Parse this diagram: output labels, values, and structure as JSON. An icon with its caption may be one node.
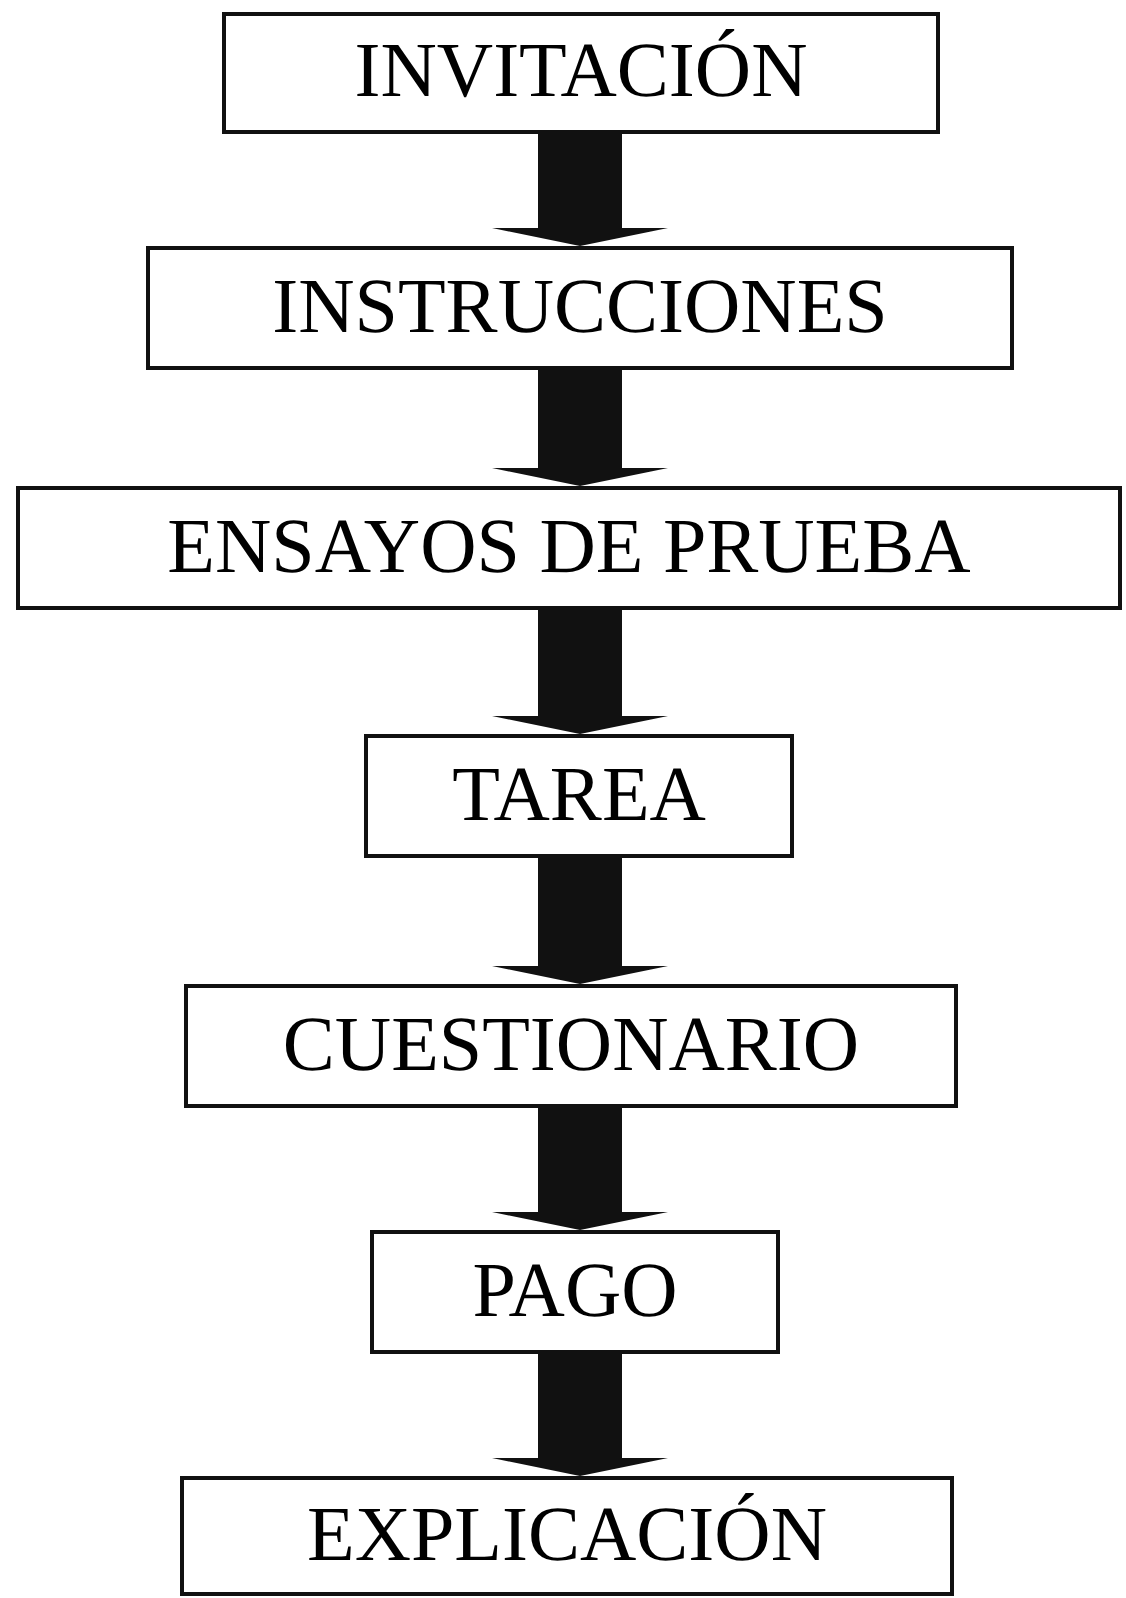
{
  "diagram": {
    "nodes": [
      {
        "text": [
          "INVITACIÓN"
        ]
      },
      {
        "text": [
          "INSTRUCCIONES"
        ]
      },
      {
        "text": [
          "ENSAYOS DE PRUEBA"
        ]
      },
      {
        "text": [
          "TAREA"
        ]
      },
      {
        "text": [
          "CUESTIONARIO"
        ]
      },
      {
        "text": [
          "PAGO"
        ]
      },
      {
        "text": [
          "EXPLICACIÓN"
        ]
      }
    ],
    "edges": [
      {
        "from": 0,
        "to": 1,
        "arrow": "to"
      },
      {
        "from": 1,
        "to": 2,
        "arrow": "to"
      },
      {
        "from": 2,
        "to": 3,
        "arrow": "to"
      },
      {
        "from": 3,
        "to": 4,
        "arrow": "to"
      },
      {
        "from": 4,
        "to": 5,
        "arrow": "to"
      },
      {
        "from": 5,
        "to": 6,
        "arrow": "to"
      }
    ]
  }
}
